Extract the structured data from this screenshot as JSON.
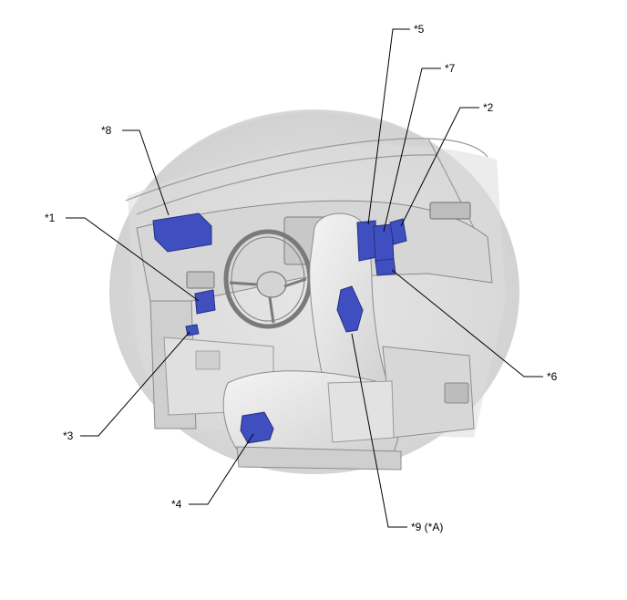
{
  "callouts": {
    "c1": "*1",
    "c2": "*2",
    "c3": "*3",
    "c4": "*4",
    "c5": "*5",
    "c6": "*6",
    "c7": "*7",
    "c8": "*8",
    "c9": "*9 (*A)"
  },
  "colors": {
    "component_highlight": "#3f4fc0",
    "interior_line": "#8a8a8a",
    "interior_fill": "#e6e6e6",
    "leader_line": "#000000"
  }
}
